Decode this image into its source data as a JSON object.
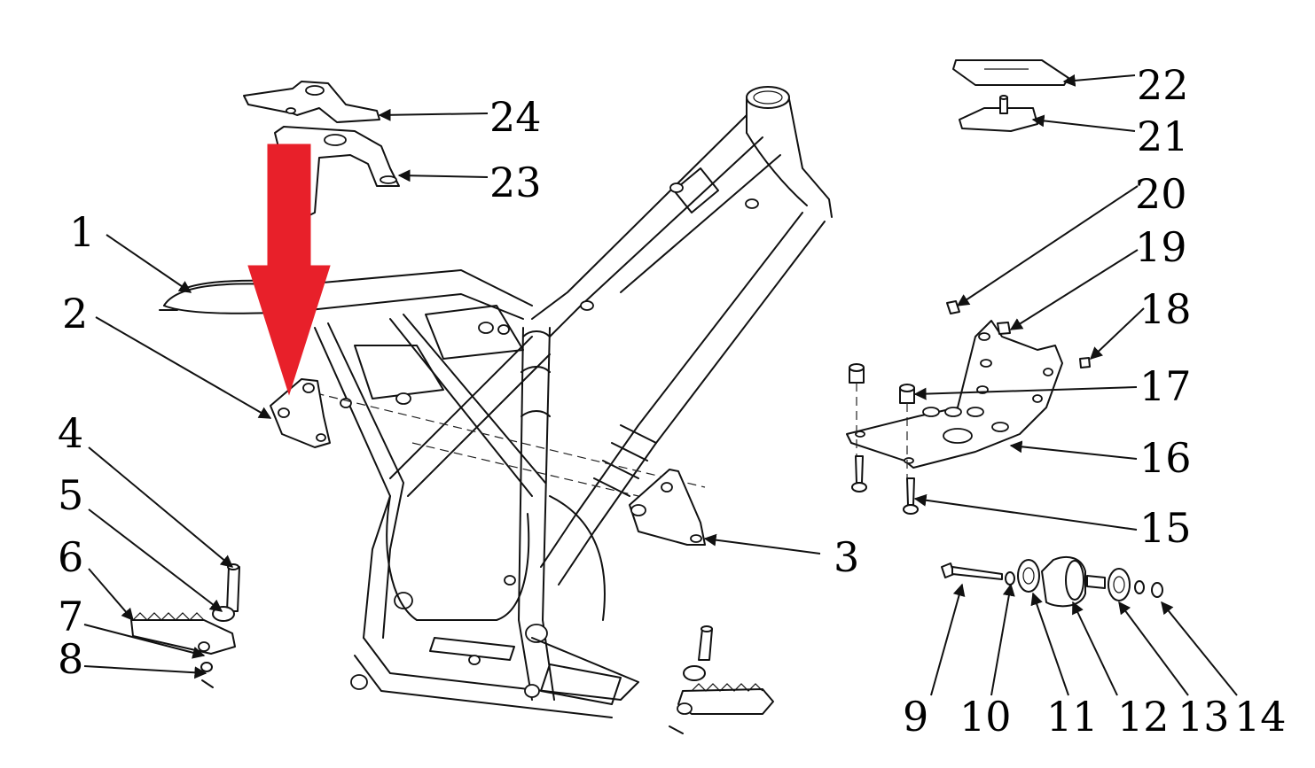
{
  "diagram": {
    "callouts": [
      "1",
      "2",
      "3",
      "4",
      "5",
      "6",
      "7",
      "8",
      "9",
      "10",
      "11",
      "12",
      "13",
      "14",
      "15",
      "16",
      "17",
      "18",
      "19",
      "20",
      "21",
      "22",
      "23",
      "24"
    ],
    "highlight_color": "#e8202a",
    "line_color": "#111111",
    "background": "#ffffff"
  }
}
